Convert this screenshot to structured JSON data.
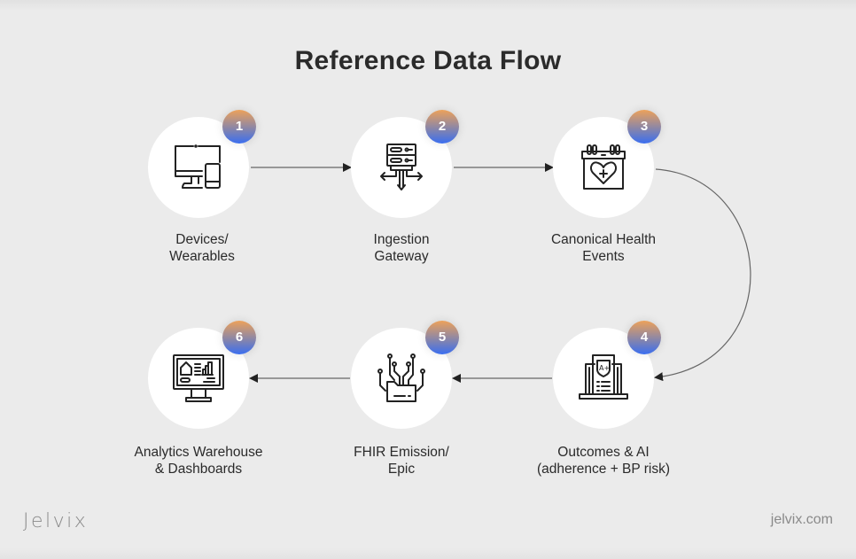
{
  "title": "Reference Data Flow",
  "steps": [
    {
      "number": "1",
      "label_line1": "Devices/",
      "label_line2": "Wearables",
      "icon": "devices-icon"
    },
    {
      "number": "2",
      "label_line1": "Ingestion",
      "label_line2": "Gateway",
      "icon": "server-gateway-icon"
    },
    {
      "number": "3",
      "label_line1": "Canonical Health",
      "label_line2": "Events",
      "icon": "calendar-heart-icon"
    },
    {
      "number": "4",
      "label_line1": "Outcomes & AI",
      "label_line2": "(adherence + BP risk)",
      "icon": "laptop-report-icon"
    },
    {
      "number": "5",
      "label_line1": "FHIR Emission/",
      "label_line2": "Epic",
      "icon": "folder-network-icon"
    },
    {
      "number": "6",
      "label_line1": "Analytics Warehouse",
      "label_line2": "& Dashboards",
      "icon": "monitor-dashboard-icon"
    }
  ],
  "flow": [
    "1->2",
    "2->3",
    "3->4",
    "4->5",
    "5->6"
  ],
  "footer": {
    "logo": "Jelvix",
    "website": "jelvix.com"
  },
  "colors": {
    "background": "#ebebeb",
    "badge_top": "#eda25a",
    "badge_bottom": "#3a6ef0",
    "text": "#2a2a2a"
  }
}
